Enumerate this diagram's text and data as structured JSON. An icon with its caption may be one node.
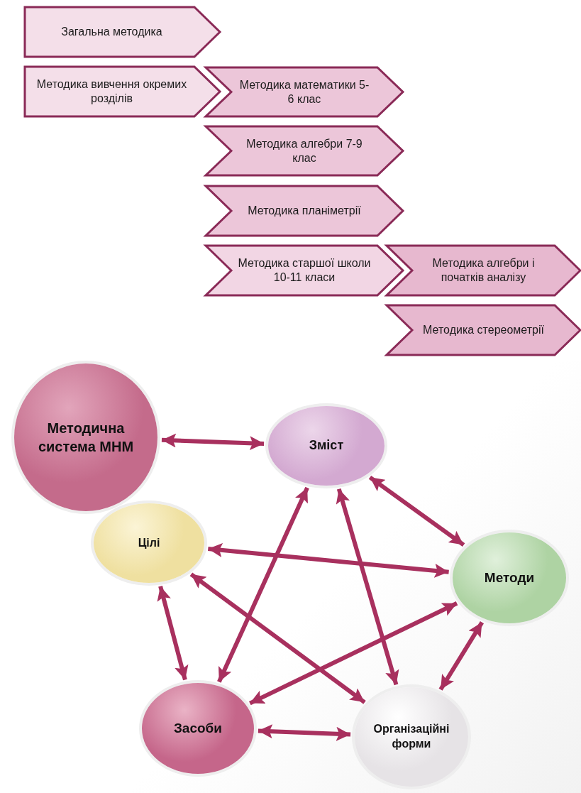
{
  "diagram": {
    "nodes": [
      {
        "text": [
          "Загальна методика"
        ]
      },
      {
        "text": [
          "Методика вивчення окремих розділів"
        ]
      },
      {
        "text": [
          "Методика математики 5-6 клас"
        ]
      },
      {
        "text": [
          "Методика алгебри 7-9 клас"
        ]
      },
      {
        "text": [
          "Методика планіметрії"
        ]
      },
      {
        "text": [
          "Методика старшої школи 10-11 класи"
        ]
      },
      {
        "text": [
          "Методика алгебри і початків аналізу"
        ]
      },
      {
        "text": [
          "Методика стереометрії"
        ]
      },
      {
        "text": [
          "Методична система МНМ"
        ]
      },
      {
        "text": [
          "Зміст"
        ]
      },
      {
        "text": [
          "Цілі"
        ]
      },
      {
        "text": [
          "Методи"
        ]
      },
      {
        "text": [
          "Засоби"
        ]
      },
      {
        "text": [
          "Організаційні форми"
        ]
      }
    ],
    "edges": [
      {
        "from": 8,
        "to": 9,
        "arrow": "both"
      },
      {
        "from": 9,
        "to": 11,
        "arrow": "both"
      },
      {
        "from": 10,
        "to": 11,
        "arrow": "both"
      },
      {
        "from": 10,
        "to": 12,
        "arrow": "both"
      },
      {
        "from": 12,
        "to": 13,
        "arrow": "both"
      },
      {
        "from": 13,
        "to": 11,
        "arrow": "both"
      },
      {
        "from": 12,
        "to": 9,
        "arrow": "both"
      },
      {
        "from": 10,
        "to": 13,
        "arrow": "both"
      },
      {
        "from": 9,
        "to": 13,
        "arrow": "both"
      },
      {
        "from": 11,
        "to": 12,
        "arrow": "both"
      }
    ]
  }
}
